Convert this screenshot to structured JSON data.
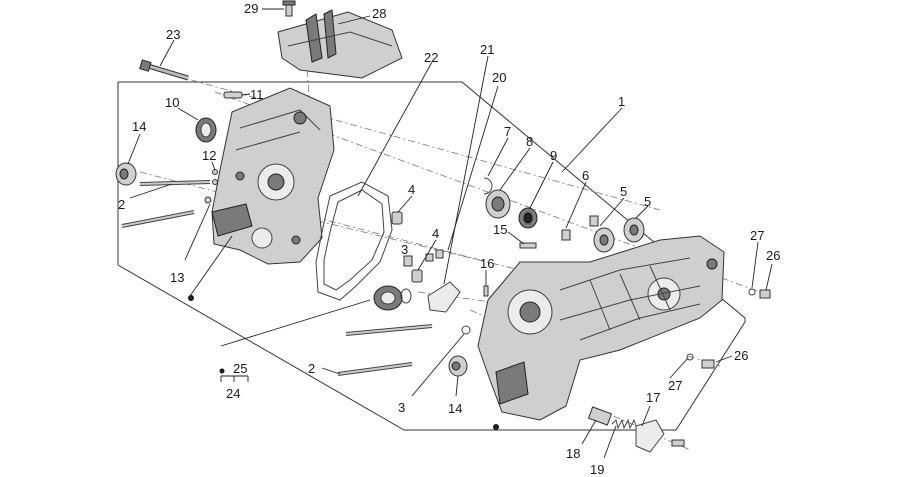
{
  "callouts": [
    {
      "id": "c1",
      "text": "1"
    },
    {
      "id": "c2a",
      "text": "2"
    },
    {
      "id": "c2b",
      "text": "2"
    },
    {
      "id": "c3a",
      "text": "3"
    },
    {
      "id": "c3b",
      "text": "3"
    },
    {
      "id": "c4a",
      "text": "4"
    },
    {
      "id": "c4b",
      "text": "4"
    },
    {
      "id": "c5a",
      "text": "5"
    },
    {
      "id": "c5b",
      "text": "5"
    },
    {
      "id": "c6",
      "text": "6"
    },
    {
      "id": "c7",
      "text": "7"
    },
    {
      "id": "c8",
      "text": "8"
    },
    {
      "id": "c9",
      "text": "9"
    },
    {
      "id": "c10",
      "text": "10"
    },
    {
      "id": "c11",
      "text": "11"
    },
    {
      "id": "c12",
      "text": "12"
    },
    {
      "id": "c13",
      "text": "13"
    },
    {
      "id": "c14a",
      "text": "14"
    },
    {
      "id": "c14b",
      "text": "14"
    },
    {
      "id": "c15",
      "text": "15"
    },
    {
      "id": "c16",
      "text": "16"
    },
    {
      "id": "c17",
      "text": "17"
    },
    {
      "id": "c18",
      "text": "18"
    },
    {
      "id": "c19",
      "text": "19"
    },
    {
      "id": "c20",
      "text": "20"
    },
    {
      "id": "c21",
      "text": "21"
    },
    {
      "id": "c22",
      "text": "22"
    },
    {
      "id": "c23",
      "text": "23"
    },
    {
      "id": "c24",
      "text": "24"
    },
    {
      "id": "c25",
      "text": "25"
    },
    {
      "id": "c26a",
      "text": "26"
    },
    {
      "id": "c26b",
      "text": "26"
    },
    {
      "id": "c27a",
      "text": "27"
    },
    {
      "id": "c27b",
      "text": "27"
    },
    {
      "id": "c28",
      "text": "28"
    },
    {
      "id": "c29",
      "text": "29"
    }
  ],
  "colors": {
    "ink": "#1a1a1a",
    "part_fill": "#cfcfcf",
    "part_dark": "#7a7a7a",
    "background": "#ffffff"
  }
}
